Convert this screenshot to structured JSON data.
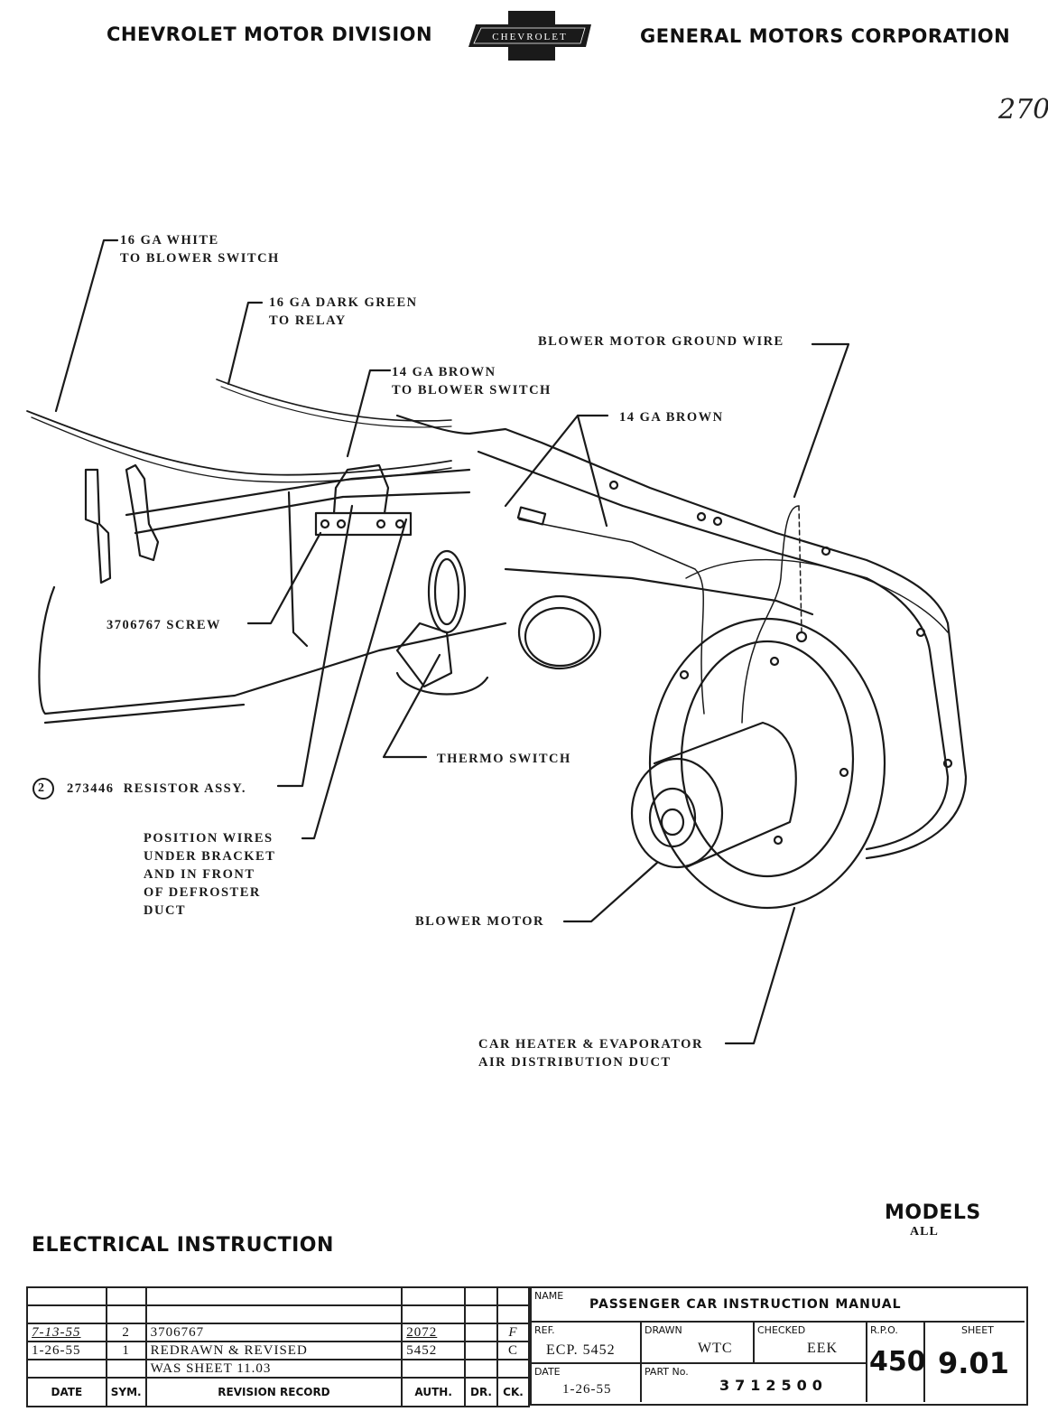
{
  "header": {
    "left": "CHEVROLET MOTOR DIVISION",
    "logo": "CHEVROLET",
    "right": "GENERAL MOTORS CORPORATION",
    "handwritten_note": "270"
  },
  "callouts": {
    "white_wire": [
      "16 GA WHITE",
      "TO BLOWER SWITCH"
    ],
    "green_wire": [
      "16 GA DARK GREEN",
      "TO RELAY"
    ],
    "brown_to_switch": [
      "14 GA BROWN",
      "TO BLOWER SWITCH"
    ],
    "ground_wire": "BLOWER MOTOR GROUND WIRE",
    "brown_wire": "14 GA BROWN",
    "screw": "3706767 SCREW",
    "thermo_switch": "THERMO SWITCH",
    "resistor_number": "2",
    "resistor": "273446  RESISTOR ASSY.",
    "position_wires": [
      "POSITION WIRES",
      "UNDER BRACKET",
      "AND IN FRONT",
      "OF DEFROSTER",
      "DUCT"
    ],
    "blower_motor": "BLOWER MOTOR",
    "duct": [
      "CAR HEATER & EVAPORATOR",
      "AIR DISTRIBUTION DUCT"
    ]
  },
  "footer": {
    "section_title": "ELECTRICAL INSTRUCTION",
    "models_label": "MODELS",
    "models_value": "ALL"
  },
  "revision_table": {
    "headers": {
      "date": "DATE",
      "sym": "SYM.",
      "record": "REVISION RECORD",
      "auth": "AUTH.",
      "dr": "DR.",
      "ck": "CK."
    },
    "rows": [
      {
        "date": "",
        "sym": "",
        "record": "",
        "auth": "",
        "dr": "",
        "ck": ""
      },
      {
        "date": "",
        "sym": "",
        "record": "",
        "auth": "",
        "dr": "",
        "ck": ""
      },
      {
        "date": "7-13-55",
        "sym": "2",
        "record": "3706767",
        "auth": "2072",
        "dr": "",
        "ck": "F"
      },
      {
        "date": "1-26-55",
        "sym": "1",
        "record": "REDRAWN & REVISED",
        "auth": "5452",
        "dr": "",
        "ck": "C"
      },
      {
        "date": "",
        "sym": "",
        "record": "WAS SHEET 11.03",
        "auth": "",
        "dr": "",
        "ck": ""
      }
    ]
  },
  "title_block": {
    "name_label": "NAME",
    "name_value": "PASSENGER CAR INSTRUCTION MANUAL",
    "ref_label": "REF.",
    "ref_value": "ECP. 5452",
    "drawn_label": "DRAWN",
    "drawn_value": "WTC",
    "checked_label": "CHECKED",
    "checked_value": "EEK",
    "rpo_label": "R.P.O.",
    "rpo_value": "450",
    "sheet_label": "SHEET",
    "sheet_value": "9.01",
    "date_label": "DATE",
    "date_value": "1-26-55",
    "part_label": "PART No.",
    "part_value": "3712500"
  }
}
